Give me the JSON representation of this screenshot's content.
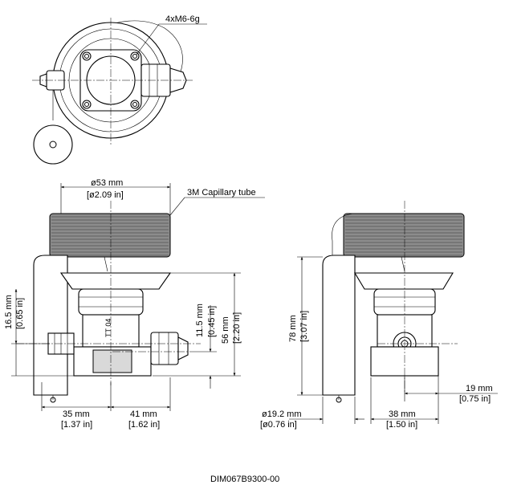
{
  "figure_id": "DIM067B9300-00",
  "top_view": {
    "thread_note": "4xM6-6g"
  },
  "front_view": {
    "dim_top_width_mm": "ø53 mm",
    "dim_top_width_in": "[ø2.09 in]",
    "capillary_note": "3M Capillary tube",
    "dim_left_height_mm": "16.5 mm",
    "dim_left_height_in": "[0.65 in]",
    "dim_inner_height_mm": "11.5 mm",
    "dim_inner_height_in": "[0.45 in]",
    "dim_total_height_mm": "56 mm",
    "dim_total_height_in": "[2.20 in]",
    "dim_bottom_left_mm": "35 mm",
    "dim_bottom_left_in": "[1.37 in]",
    "dim_bottom_right_mm": "41 mm",
    "dim_bottom_right_in": "[1.62 in]",
    "body_marking": "TT 04"
  },
  "side_view": {
    "dim_height_mm": "78 mm",
    "dim_height_in": "[3.07 in]",
    "dim_outlet_mm": "19 mm",
    "dim_outlet_in": "[0.75 in]",
    "dim_bulb_mm": "ø19.2 mm",
    "dim_bulb_in": "[ø0.76 in]",
    "dim_width_mm": "38 mm",
    "dim_width_in": "[1.50 in]"
  }
}
